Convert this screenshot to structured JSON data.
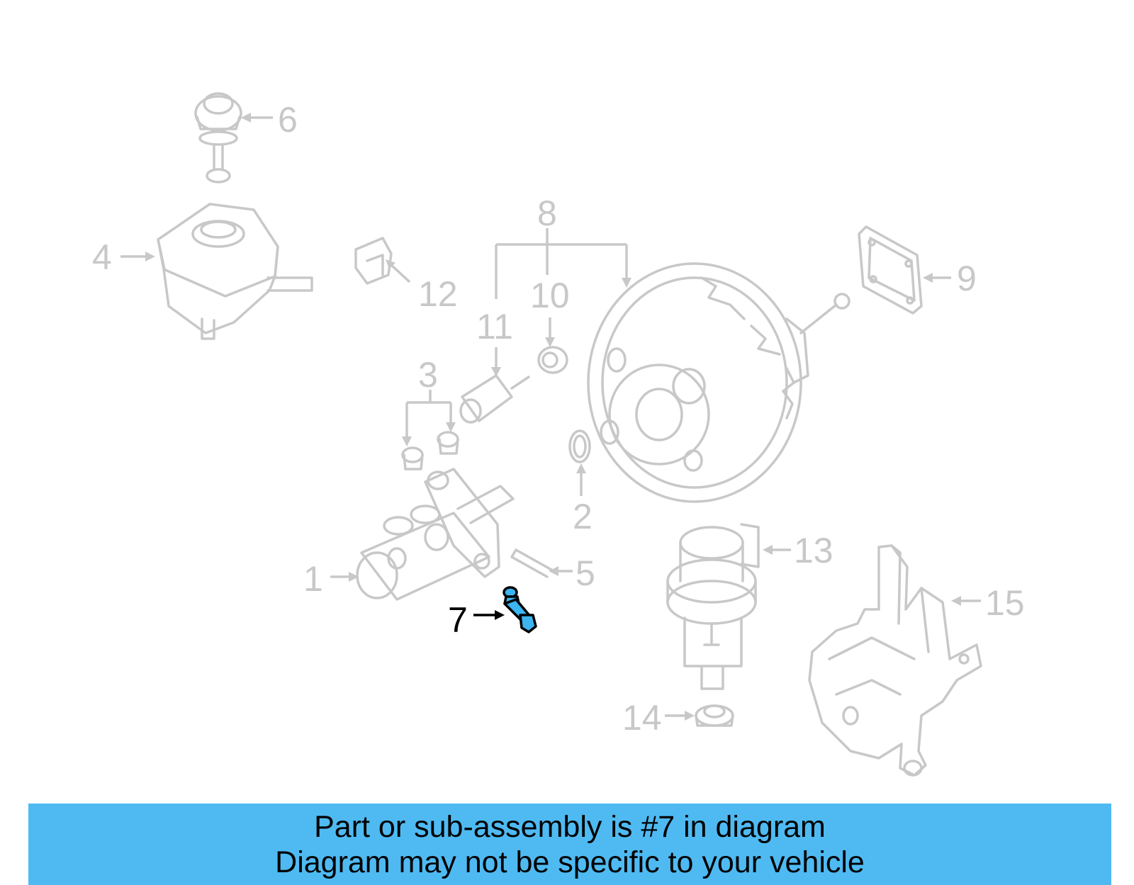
{
  "callouts": {
    "c1": "1",
    "c2": "2",
    "c3": "3",
    "c4": "4",
    "c5": "5",
    "c6": "6",
    "c7": "7",
    "c8": "8",
    "c9": "9",
    "c10": "10",
    "c11": "11",
    "c12": "12",
    "c13": "13",
    "c14": "14",
    "c15": "15"
  },
  "highlighted_part": "7",
  "highlight_color": "#3bb4f0",
  "banner": {
    "line1": "Part or sub-assembly is #7 in diagram",
    "line2": "Diagram may not be specific to your vehicle",
    "background": "#4fbaf2"
  }
}
